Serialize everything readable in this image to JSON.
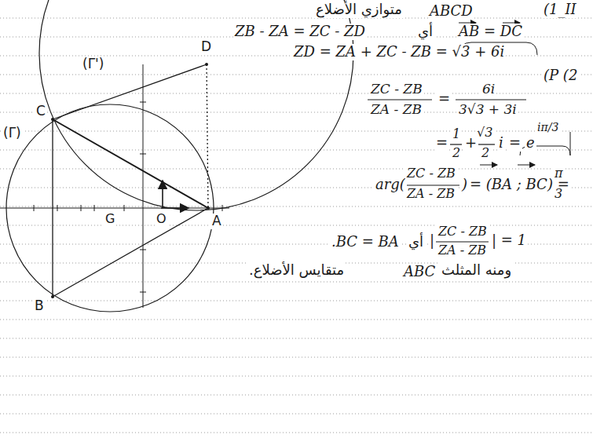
{
  "diagram": {
    "labels": [
      "(Γ')",
      "(Γ)",
      "D",
      "C",
      "B",
      "A",
      "G",
      "O",
      "متوازي الأضلاع",
      "ABCD",
      "(1_II",
      "ZB - ZA = ZC - ZD",
      "أي",
      "AB = DC",
      "ZD = ZA + ZC - ZB = √3 + 6i",
      "(P (2",
      "ZC - ZB",
      "ZA - ZB",
      "=",
      "6i",
      "3√3 + 3i",
      "=",
      "1",
      "2",
      "+",
      "√3",
      "2",
      "i",
      "=",
      "e",
      "iπ/3",
      "arg(",
      "ZC - ZB",
      "ZA - ZB",
      ")",
      "= (BA ; BC) =",
      "π",
      "3",
      ".BC = BA",
      "أي",
      "|",
      "ZC - ZB",
      "ZA - ZB",
      "| = 1",
      "ومنه المثلث",
      "ABC",
      "متقايس الأضلاع."
    ]
  }
}
